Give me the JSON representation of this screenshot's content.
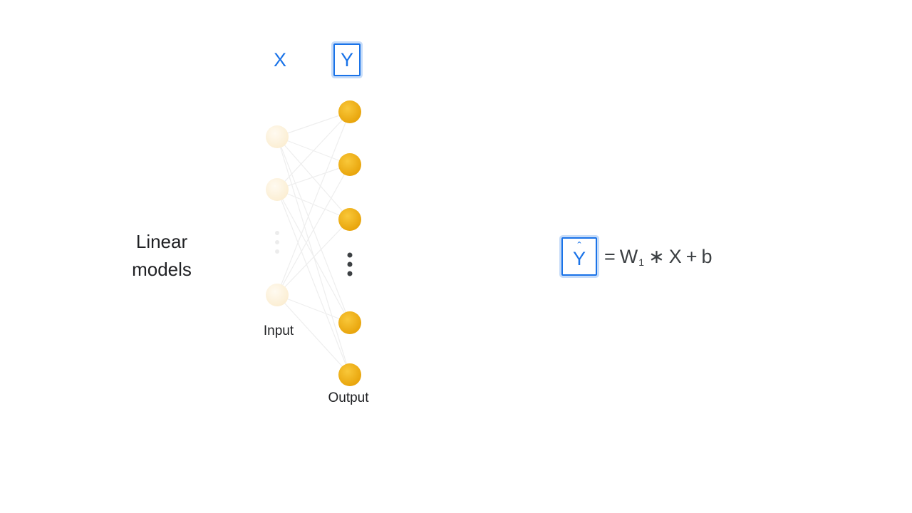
{
  "title": {
    "line1": "Linear",
    "line2": "models"
  },
  "variables": {
    "input": "X",
    "output": "Y"
  },
  "layers": {
    "input_label": "Input",
    "output_label": "Output"
  },
  "formula": {
    "target": "Y",
    "hat": "ˆ",
    "equals": "=",
    "weight": "W",
    "weight_sub": "1",
    "multiply": "∗",
    "input": "X",
    "plus": "+",
    "bias": "b"
  },
  "colors": {
    "accent": "#1a73e8",
    "output_node": "#f2b20f",
    "input_node_faded": "#fdf3dc",
    "edge": "#eeeeee",
    "text": "#202124"
  }
}
